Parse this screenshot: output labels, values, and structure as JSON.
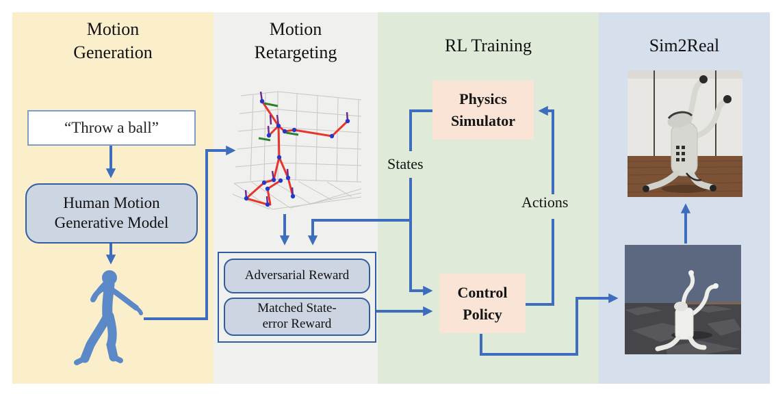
{
  "figure": {
    "columns": [
      {
        "id": "motion-generation",
        "title": "Motion\nGeneration",
        "bg": "#FBEFCB"
      },
      {
        "id": "motion-retargeting",
        "title": "Motion\nRetargeting",
        "bg": "#F0F0EF"
      },
      {
        "id": "rl-training",
        "title": "RL Training",
        "bg": "#DFEBD8"
      },
      {
        "id": "sim2real",
        "title": "Sim2Real",
        "bg": "#D6DFEC"
      }
    ],
    "motion_generation": {
      "prompt": "“Throw a ball”",
      "model_label": "Human Motion\nGenerative Model",
      "human_figure": "blue-dancing-human-silhouette"
    },
    "motion_retargeting": {
      "skeleton_plot": "3d-skeleton-retargeting-plot",
      "rewards": [
        "Adversarial Reward",
        "Matched State-\nerror Reward"
      ]
    },
    "rl_training": {
      "physics_simulator_label": "Physics\nSimulator",
      "control_policy_label": "Control\nPolicy",
      "states_label": "States",
      "actions_label": "Actions"
    },
    "sim2real": {
      "real_robot_photo": "robot-standing-on-hind-legs-photo",
      "simulation_render": "simulated-robot-render"
    },
    "colors": {
      "arrow_blue": "#3E6DBD",
      "box_border_blue": "#2F5D9E",
      "box_fill_bluegray": "#CDD5E2",
      "highlight_pink": "#FAE4D5",
      "col_yellow": "#FBEFCB",
      "col_gray": "#F0F0EF",
      "col_green": "#DFEBD8",
      "col_blue": "#D6DFEC"
    }
  }
}
